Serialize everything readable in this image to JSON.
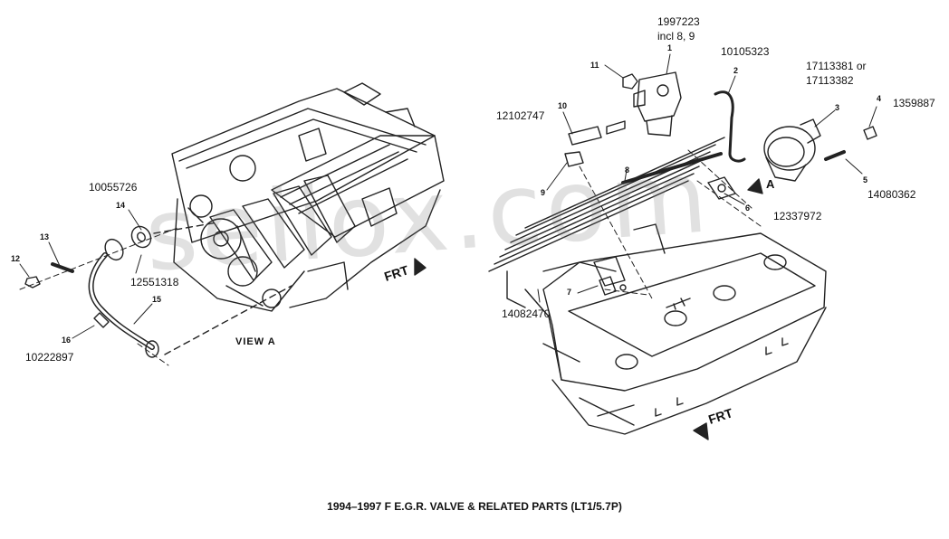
{
  "watermark": "seiiox.com",
  "caption": "1994–1997 F E.G.R. VALVE & RELATED PARTS (LT1/5.7P)",
  "view_label": "VIEW A",
  "frt_label": "FRT",
  "view_marker": "A",
  "part_labels": {
    "p1997223_l1": "1997223",
    "p1997223_l2": "incl 8, 9",
    "p10105323": "10105323",
    "p17113381_l1": "17113381 or",
    "p17113381_l2": "17113382",
    "p1359887": "1359887",
    "p12102747": "12102747",
    "p14080362": "14080362",
    "p12337972": "12337972",
    "p14082470": "14082470",
    "p10055726": "10055726",
    "p12551318": "12551318",
    "p10222897": "10222897"
  },
  "callouts": {
    "n1": "1",
    "n2": "2",
    "n3": "3",
    "n4": "4",
    "n5": "5",
    "n6": "6",
    "n7": "7",
    "n8": "8",
    "n9": "9",
    "n10": "10",
    "n11": "11",
    "n12": "12",
    "n13": "13",
    "n14": "14",
    "n15": "15",
    "n16": "16"
  }
}
